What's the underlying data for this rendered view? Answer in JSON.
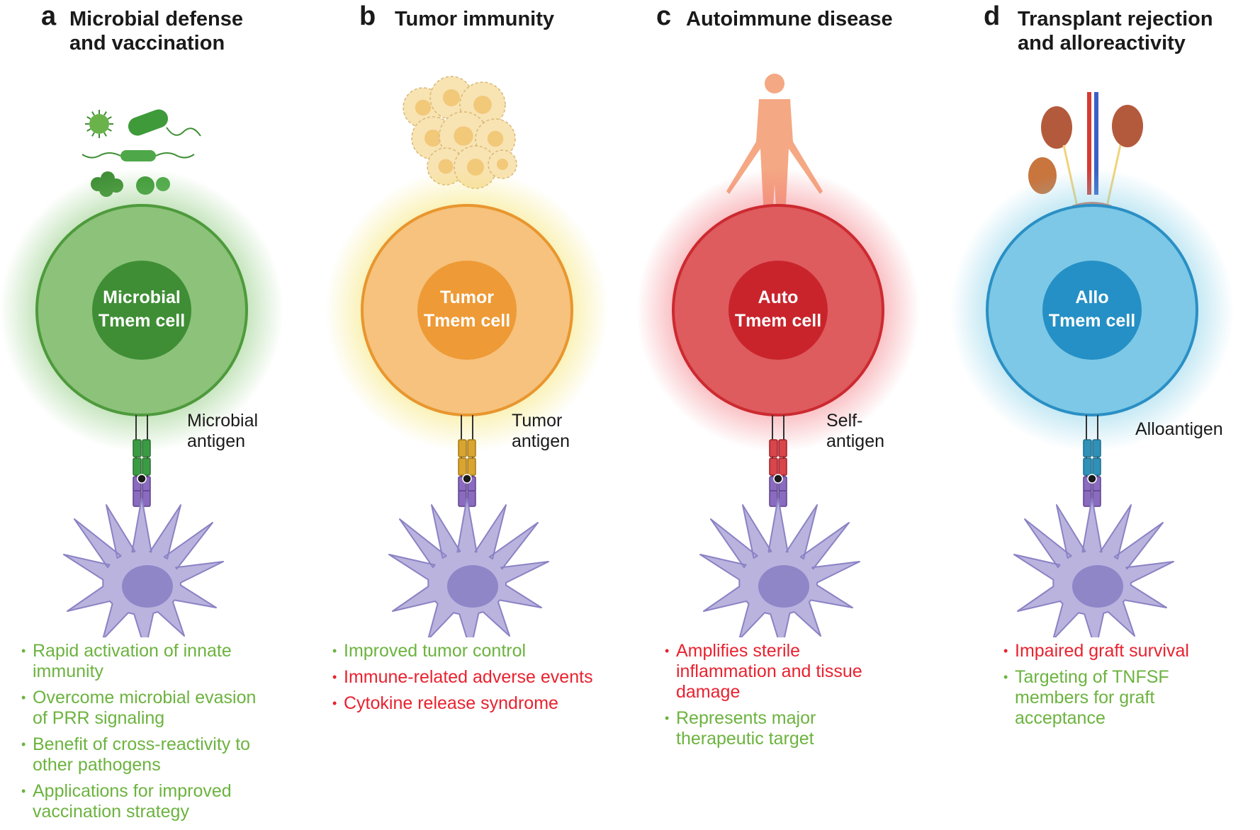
{
  "panels": [
    {
      "letter": "a",
      "title": "Microbial defense\nand vaccination",
      "cell_label": "Microbial\nTmem cell",
      "antigen": "Microbial\nantigen",
      "icon": "microbes-icon",
      "colors": {
        "glow": "#7dc36b",
        "outer": "#8cc27a",
        "outerStroke": "#4e9a3c",
        "nucleus": "#3f8e35",
        "tcr": "#3a9b45",
        "tcrStroke": "#2d6e2f"
      },
      "outcomes": [
        {
          "text": "Rapid activation of innate\nimmunity",
          "tone": "pos"
        },
        {
          "text": "Overcome microbial evasion\nof PRR signaling",
          "tone": "pos"
        },
        {
          "text": "Benefit of cross-reactivity to\nother pathogens",
          "tone": "pos"
        },
        {
          "text": "Applications for improved\nvaccination strategy",
          "tone": "pos"
        }
      ]
    },
    {
      "letter": "b",
      "title": "Tumor immunity",
      "cell_label": "Tumor\nTmem cell",
      "antigen": "Tumor\nantigen",
      "icon": "tumor-cells-icon",
      "colors": {
        "glow": "#f4e05a",
        "outer": "#f6c27d",
        "outerStroke": "#e8962e",
        "nucleus": "#ee9a36",
        "tcr": "#d9a430",
        "tcrStroke": "#a57816"
      },
      "outcomes": [
        {
          "text": "Improved tumor control",
          "tone": "pos"
        },
        {
          "text": "Immune-related adverse events",
          "tone": "neg"
        },
        {
          "text": "Cytokine release syndrome",
          "tone": "neg"
        }
      ]
    },
    {
      "letter": "c",
      "title": "Autoimmune disease",
      "cell_label": "Auto\nTmem cell",
      "antigen": "Self-\nantigen",
      "icon": "human-body-icon",
      "colors": {
        "glow": "#f2717a",
        "outer": "#de5b5e",
        "outerStroke": "#cc2a30",
        "nucleus": "#c9242c",
        "tcr": "#d8454a",
        "tcrStroke": "#9e1f25"
      },
      "outcomes": [
        {
          "text": "Amplifies sterile\ninflammation and tissue\ndamage",
          "tone": "neg"
        },
        {
          "text": "Represents major\ntherapeutic target",
          "tone": "pos"
        }
      ]
    },
    {
      "letter": "d",
      "title": "Transplant rejection\nand alloreactivity",
      "cell_label": "Allo\nTmem cell",
      "antigen": "Alloantigen",
      "icon": "kidneys-icon",
      "colors": {
        "glow": "#79cbe6",
        "outer": "#7cc8e6",
        "outerStroke": "#2a8fc4",
        "nucleus": "#2590c5",
        "tcr": "#2f91b8",
        "tcrStroke": "#1f6b8a"
      },
      "outcomes": [
        {
          "text": "Impaired graft survival",
          "tone": "neg"
        },
        {
          "text": "Targeting of TNFSF\nmembers for graft\nacceptance",
          "tone": "pos"
        }
      ]
    }
  ]
}
